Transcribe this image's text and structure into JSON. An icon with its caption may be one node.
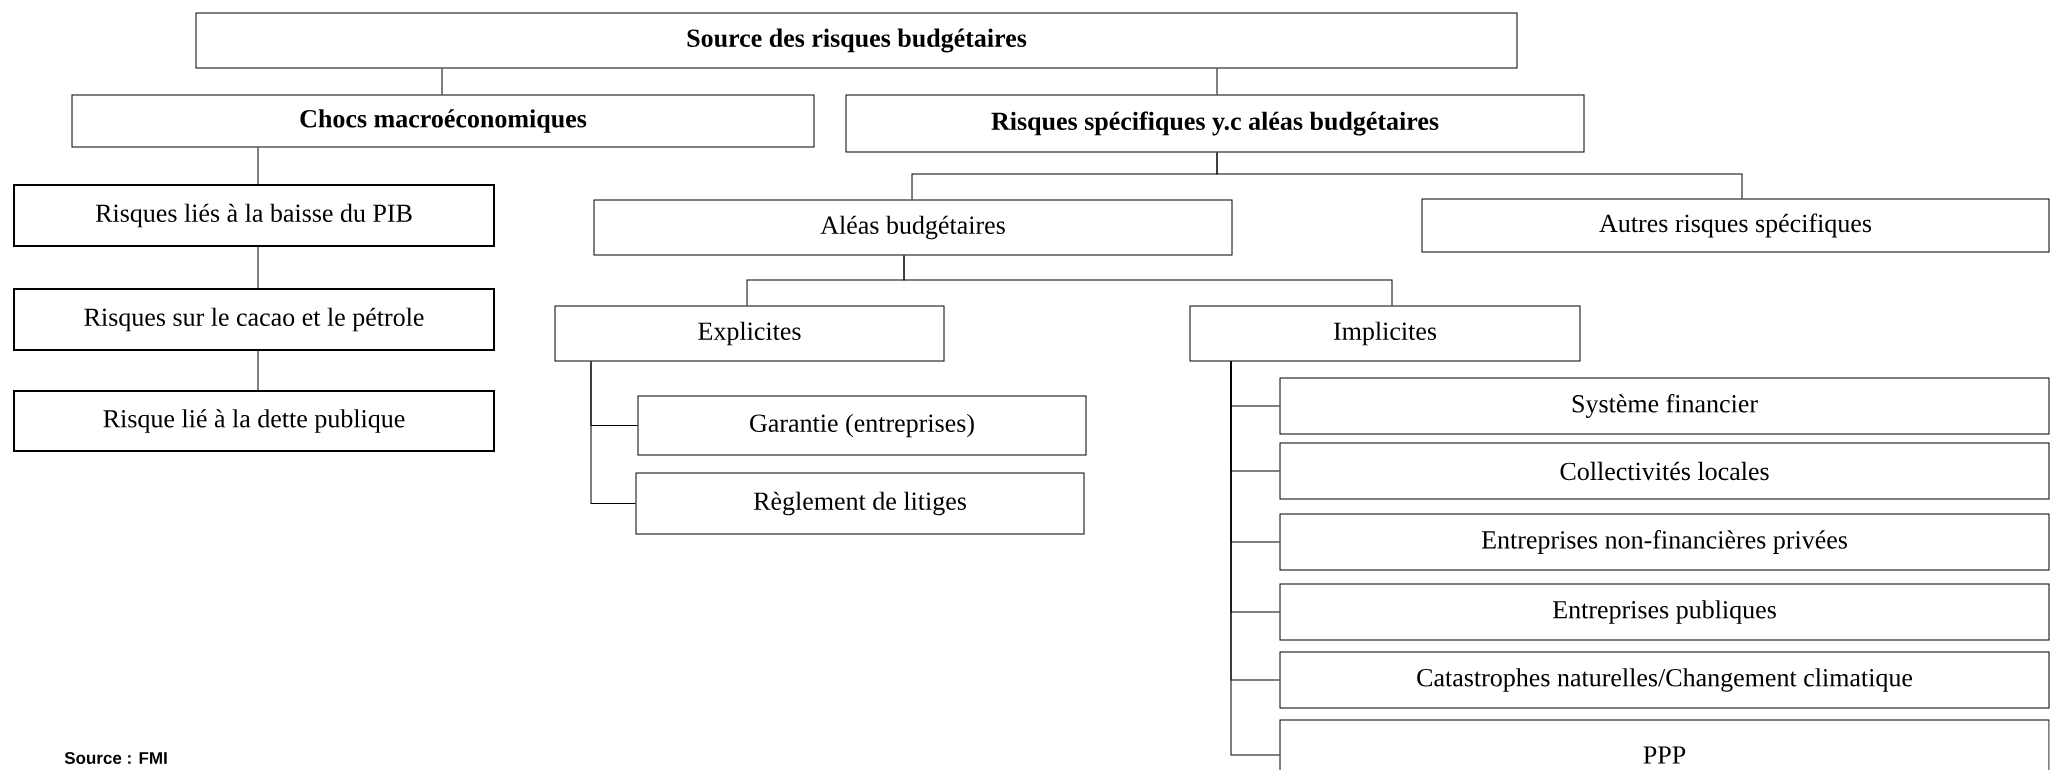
{
  "diagram": {
    "nodes": [
      {
        "text": [
          "Source des risques budgétaires"
        ]
      },
      {
        "text": [
          "Chocs macroéconomiques"
        ]
      },
      {
        "text": [
          "Risques spécifiques y.c aléas budgétaires"
        ]
      },
      {
        "text": [
          "Risques liés à la baisse du PIB"
        ]
      },
      {
        "text": [
          "Risques sur le cacao et le pétrole"
        ]
      },
      {
        "text": [
          "Risque lié à la dette publique"
        ]
      },
      {
        "text": [
          "Aléas budgétaires"
        ]
      },
      {
        "text": [
          "Autres risques spécifiques"
        ]
      },
      {
        "text": [
          "Explicites"
        ]
      },
      {
        "text": [
          "Implicites"
        ]
      },
      {
        "text": [
          "Garantie (entreprises)"
        ]
      },
      {
        "text": [
          "Règlement de litiges"
        ]
      },
      {
        "text": [
          "Système financier"
        ]
      },
      {
        "text": [
          "Collectivités locales"
        ]
      },
      {
        "text": [
          "Entreprises non-financières privées"
        ]
      },
      {
        "text": [
          "Entreprises publiques"
        ]
      },
      {
        "text": [
          "Catastrophes naturelles/Changement climatique"
        ]
      },
      {
        "text": [
          "PPP"
        ]
      }
    ],
    "edges": [
      {
        "from": 0,
        "to": 1,
        "arrow": "none"
      },
      {
        "from": 0,
        "to": 2,
        "arrow": "none"
      },
      {
        "from": 1,
        "to": 3,
        "arrow": "none"
      },
      {
        "from": 3,
        "to": 4,
        "arrow": "none"
      },
      {
        "from": 4,
        "to": 5,
        "arrow": "none"
      },
      {
        "from": 2,
        "to": 6,
        "arrow": "none"
      },
      {
        "from": 2,
        "to": 7,
        "arrow": "none"
      },
      {
        "from": 6,
        "to": 8,
        "arrow": "none"
      },
      {
        "from": 6,
        "to": 9,
        "arrow": "none"
      },
      {
        "from": 8,
        "to": 10,
        "arrow": "none"
      },
      {
        "from": 8,
        "to": 11,
        "arrow": "none"
      },
      {
        "from": 9,
        "to": 12,
        "arrow": "none"
      },
      {
        "from": 9,
        "to": 13,
        "arrow": "none"
      },
      {
        "from": 9,
        "to": 14,
        "arrow": "none"
      },
      {
        "from": 9,
        "to": 15,
        "arrow": "none"
      },
      {
        "from": 9,
        "to": 16,
        "arrow": "none"
      },
      {
        "from": 9,
        "to": 17,
        "arrow": "none"
      }
    ],
    "labels": [
      "Source : FMI"
    ]
  }
}
